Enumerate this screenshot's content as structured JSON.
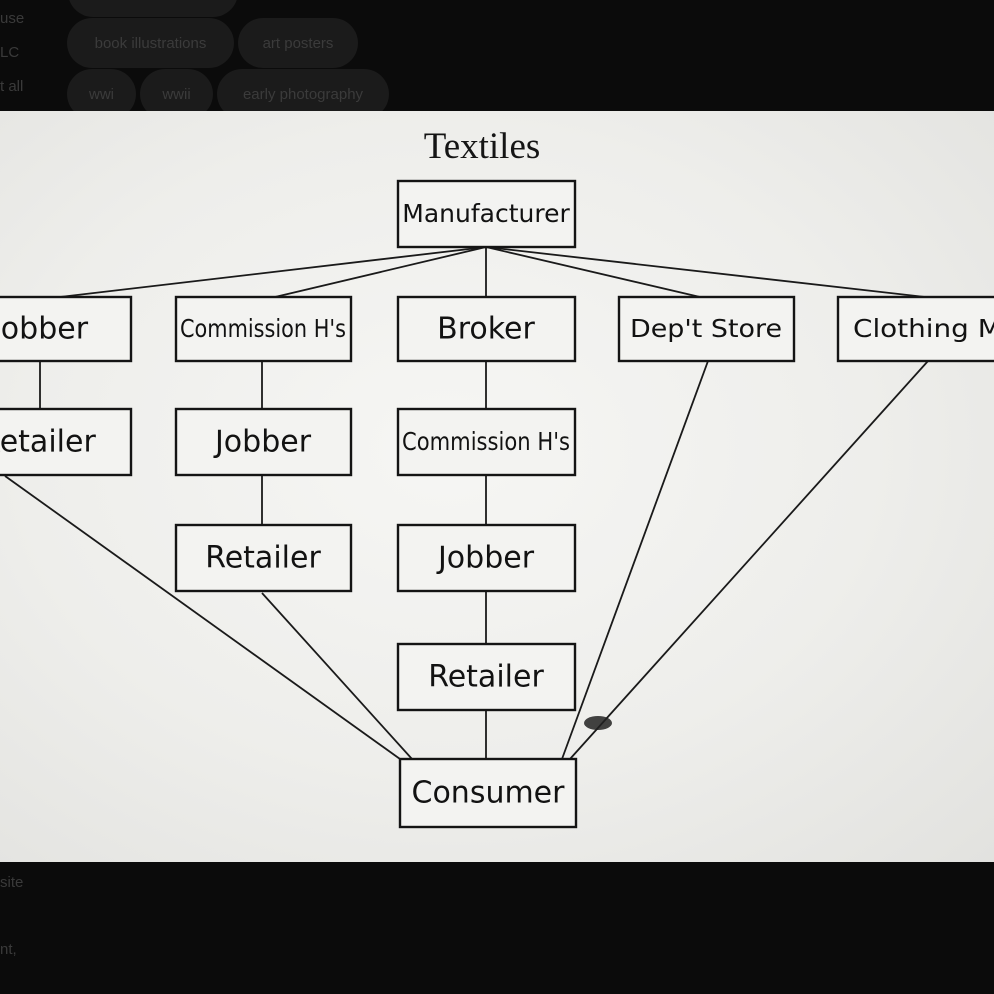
{
  "sidebar": {
    "fragments": [
      "use",
      "LC",
      "t all",
      "site",
      "nt,"
    ]
  },
  "tags": {
    "row1": [
      "book illustrations",
      "art posters"
    ],
    "row2": [
      "wwi",
      "wwii",
      "early photography"
    ]
  },
  "diagram": {
    "title": "Textiles",
    "nodes": {
      "manufacturer": "Manufacturer",
      "jobber_l": "Jobber",
      "commission_l": "Commission H's",
      "broker": "Broker",
      "dept_store": "Dep't Store",
      "clothing_mfr": "Clothing Mfr",
      "retailer_l": "Retailer",
      "jobber_2": "Jobber",
      "commission_c": "Commission H's",
      "retailer_2": "Retailer",
      "jobber_c": "Jobber",
      "retailer_c": "Retailer",
      "consumer": "Consumer"
    }
  }
}
